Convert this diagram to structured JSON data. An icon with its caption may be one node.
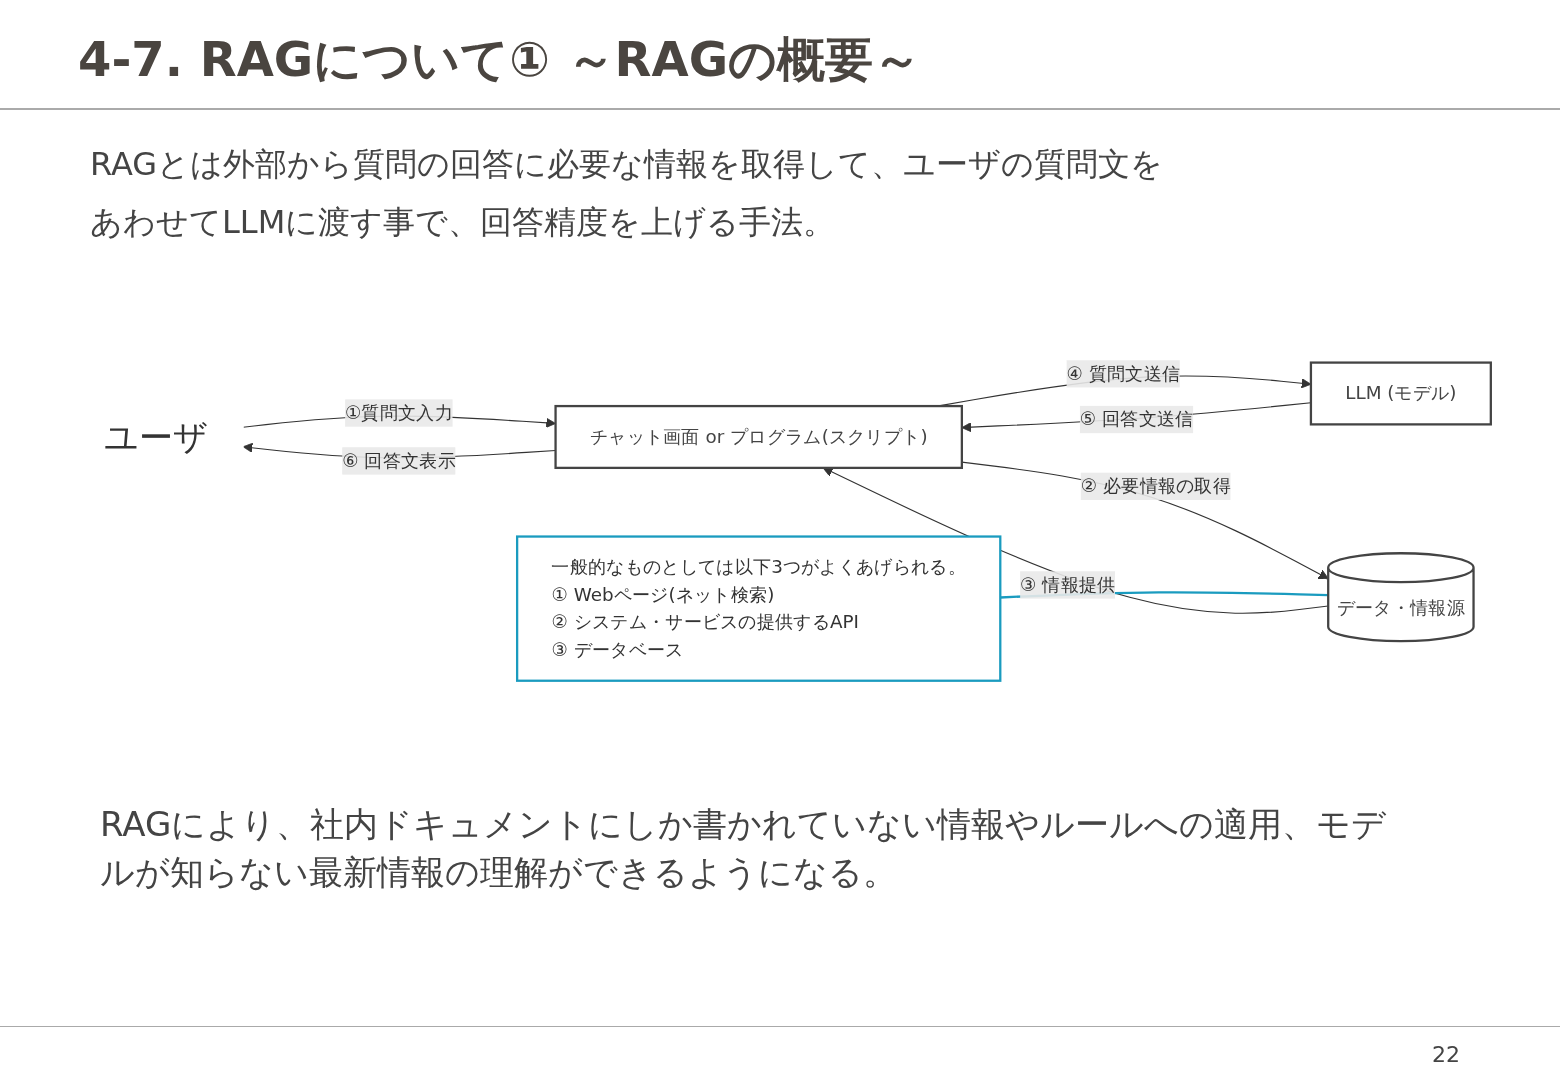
{
  "diagram": {
    "title": "4-7. RAGについて① ～RAGの概要～",
    "nodes": [
      {
        "text": [
          "ユーザ"
        ]
      },
      {
        "text": [
          "チャット画面 or プログラム(スクリプト)"
        ]
      },
      {
        "text": [
          "LLM (モデル)"
        ]
      },
      {
        "text": [
          "データ・情報源"
        ]
      },
      {
        "text": [
          "一般的なものとしては以下3つがよくあげられる。",
          "① Webページ(ネット検索)",
          "② システム・サービスの提供するAPI",
          "③ データベース"
        ]
      }
    ],
    "edges": [
      {
        "from": 0,
        "to": 1,
        "arrow": "to",
        "label": "①質問文入力"
      },
      {
        "from": 1,
        "to": 0,
        "arrow": "to",
        "label": "⑥ 回答文表示"
      },
      {
        "from": 1,
        "to": 2,
        "arrow": "to",
        "label": "④ 質問文送信"
      },
      {
        "from": 2,
        "to": 1,
        "arrow": "to",
        "label": "⑤ 回答文送信"
      },
      {
        "from": 1,
        "to": 3,
        "arrow": "to",
        "label": "② 必要情報の取得"
      },
      {
        "from": 3,
        "to": 1,
        "arrow": "to",
        "label": "③ 情報提供"
      },
      {
        "from": 4,
        "to": 3,
        "arrow": "none",
        "color": "#1a9bbf"
      }
    ],
    "labels": [
      "RAGとは外部から質問の回答に必要な情報を取得して、ユーザの質問文をあわせてLLMに渡す事で、回答精度を上げる手法。",
      "RAGにより、社内ドキュメントにしか書かれていない情報やルールへの適用、モデルが知らない最新情報の理解ができるようになる。",
      "22"
    ]
  }
}
